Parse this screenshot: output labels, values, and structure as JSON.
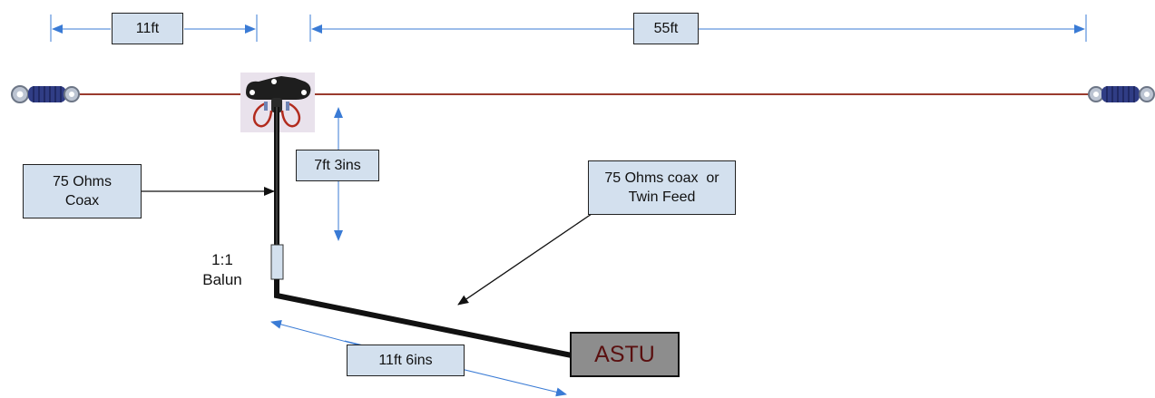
{
  "dimensions": {
    "top_left_span": "11ft",
    "top_right_span": "55ft",
    "drop_length": "7ft 3ins",
    "feeder_length": "11ft 6ins"
  },
  "labels": {
    "coax": [
      "75 Ohms",
      "Coax"
    ],
    "balun": [
      "1:1",
      "Balun"
    ],
    "feed_options": [
      "75 Ohms coax  or",
      "Twin Feed"
    ],
    "tuner": "ASTU"
  },
  "colors": {
    "wire": "#9a3b2e",
    "dimension_arrow": "#3a7bd5",
    "label_fill": "#d3e0ee",
    "tuner_fill": "#8d8d8d",
    "tuner_text": "#5a1010"
  }
}
